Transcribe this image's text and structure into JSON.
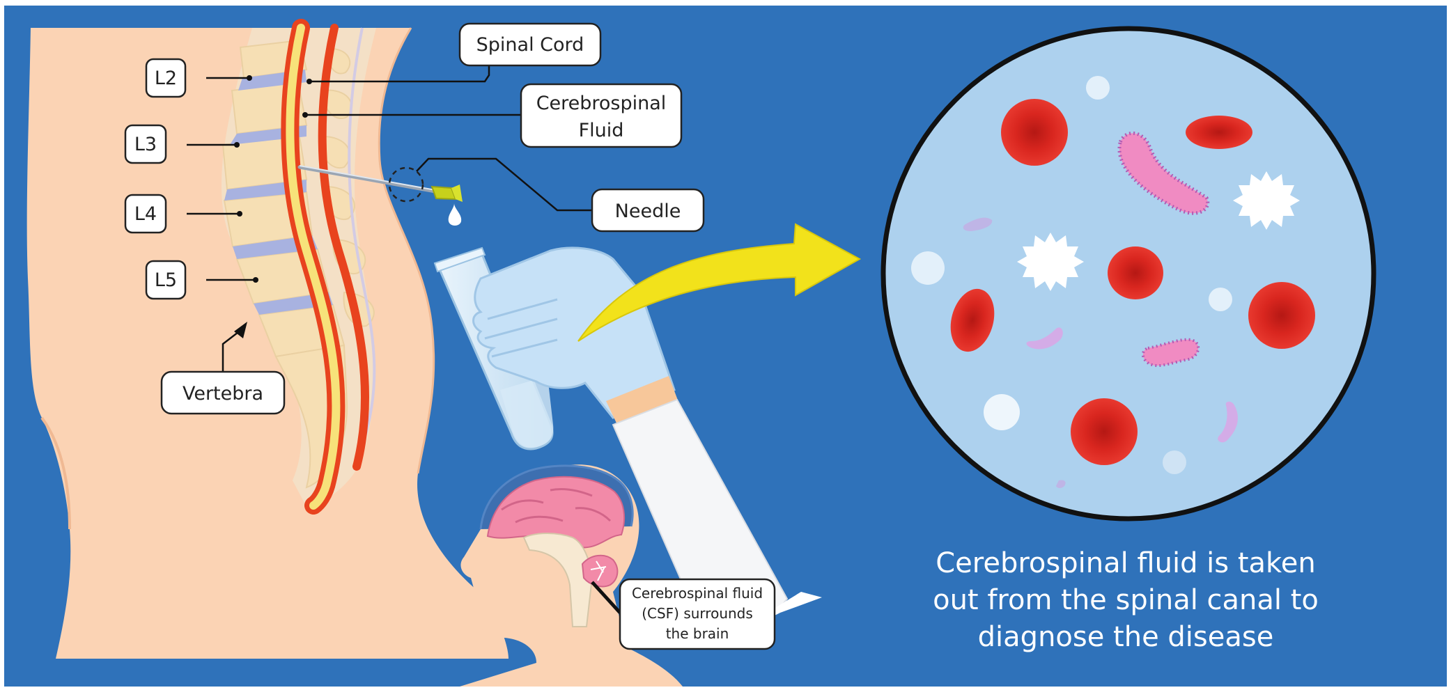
{
  "labels": {
    "spinal_cord": "Spinal Cord",
    "csf_line1": "Cerebrospinal",
    "csf_line2": "Fluid",
    "needle": "Needle",
    "l2": "L2",
    "l3": "L3",
    "l4": "L4",
    "l5": "L5",
    "vertebra": "Vertebra"
  },
  "brain_callout": {
    "line1": "Cerebrospinal fluid",
    "line2": "(CSF) surrounds",
    "line3": "the brain"
  },
  "caption": {
    "line1": "Cerebrospinal fluid is taken",
    "line2": "out from the spinal canal to",
    "line3": "diagnose the disease"
  },
  "colors": {
    "background": "#2f72ba",
    "skin": "#fbd3b4",
    "spinal_cord": "#e8431e",
    "csf": "#f7e27a",
    "microscope_fluid": "#add1ee",
    "red_blood_cell": "#d9261f",
    "bacteria": "#f08bc2",
    "arrow": "#f2e21b",
    "glove": "#c6e1f7"
  },
  "icons": [
    "red-blood-cell-icon",
    "bacterium-icon",
    "white-blood-cell-icon",
    "test-tube-icon",
    "gloved-hand-icon",
    "needle-icon",
    "fluid-drop-icon"
  ]
}
